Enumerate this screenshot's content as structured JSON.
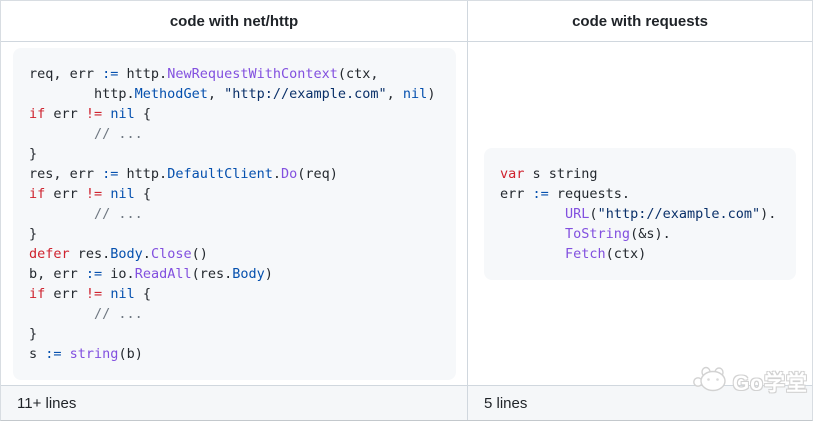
{
  "header": {
    "left_title": "code with net/http",
    "right_title": "code with requests"
  },
  "code_left": {
    "language": "go",
    "lines": [
      [
        [
          "p",
          "req, err "
        ],
        [
          "o",
          ":="
        ],
        [
          "p",
          " http."
        ],
        [
          "f",
          "NewRequestWithContext"
        ],
        [
          "p",
          "(ctx,"
        ]
      ],
      [
        [
          "p",
          "        http."
        ],
        [
          "c",
          "MethodGet"
        ],
        [
          "p",
          ", "
        ],
        [
          "s",
          "\"http://example.com\""
        ],
        [
          "p",
          ", "
        ],
        [
          "c",
          "nil"
        ],
        [
          "p",
          ")"
        ]
      ],
      [
        [
          "k",
          "if"
        ],
        [
          "p",
          " err "
        ],
        [
          "k",
          "!="
        ],
        [
          "p",
          " "
        ],
        [
          "c",
          "nil"
        ],
        [
          "p",
          " {"
        ]
      ],
      [
        [
          "m",
          "        // ..."
        ]
      ],
      [
        [
          "p",
          "}"
        ]
      ],
      [
        [
          "p",
          "res, err "
        ],
        [
          "o",
          ":="
        ],
        [
          "p",
          " http."
        ],
        [
          "c",
          "DefaultClient"
        ],
        [
          "p",
          "."
        ],
        [
          "f",
          "Do"
        ],
        [
          "p",
          "(req)"
        ]
      ],
      [
        [
          "k",
          "if"
        ],
        [
          "p",
          " err "
        ],
        [
          "k",
          "!="
        ],
        [
          "p",
          " "
        ],
        [
          "c",
          "nil"
        ],
        [
          "p",
          " {"
        ]
      ],
      [
        [
          "m",
          "        // ..."
        ]
      ],
      [
        [
          "p",
          "}"
        ]
      ],
      [
        [
          "k",
          "defer"
        ],
        [
          "p",
          " res."
        ],
        [
          "c",
          "Body"
        ],
        [
          "p",
          "."
        ],
        [
          "f",
          "Close"
        ],
        [
          "p",
          "()"
        ]
      ],
      [
        [
          "p",
          "b, err "
        ],
        [
          "o",
          ":="
        ],
        [
          "p",
          " io."
        ],
        [
          "f",
          "ReadAll"
        ],
        [
          "p",
          "(res."
        ],
        [
          "c",
          "Body"
        ],
        [
          "p",
          ")"
        ]
      ],
      [
        [
          "k",
          "if"
        ],
        [
          "p",
          " err "
        ],
        [
          "k",
          "!="
        ],
        [
          "p",
          " "
        ],
        [
          "c",
          "nil"
        ],
        [
          "p",
          " {"
        ]
      ],
      [
        [
          "m",
          "        // ..."
        ]
      ],
      [
        [
          "p",
          "}"
        ]
      ],
      [
        [
          "p",
          "s "
        ],
        [
          "o",
          ":="
        ],
        [
          "p",
          " "
        ],
        [
          "f",
          "string"
        ],
        [
          "p",
          "(b)"
        ]
      ]
    ]
  },
  "code_right": {
    "language": "go",
    "lines": [
      [
        [
          "k",
          "var"
        ],
        [
          "p",
          " s string"
        ]
      ],
      [
        [
          "p",
          "err "
        ],
        [
          "o",
          ":="
        ],
        [
          "p",
          " requests."
        ]
      ],
      [
        [
          "p",
          "        "
        ],
        [
          "f",
          "URL"
        ],
        [
          "p",
          "("
        ],
        [
          "s",
          "\"http://example.com\""
        ],
        [
          "p",
          ")."
        ]
      ],
      [
        [
          "p",
          "        "
        ],
        [
          "f",
          "ToString"
        ],
        [
          "p",
          "(&s)."
        ]
      ],
      [
        [
          "p",
          "        "
        ],
        [
          "f",
          "Fetch"
        ],
        [
          "p",
          "(ctx)"
        ]
      ]
    ]
  },
  "footer": {
    "left_label": "11+ lines",
    "right_label": "5 lines"
  },
  "watermark": {
    "label": "Go学堂",
    "icon": "gopher-mascot-icon"
  },
  "colors": {
    "plain_text": "#24292f",
    "keyword": "#cf222e",
    "operator": "#0550ae",
    "function": "#8250df",
    "constant": "#0550ae",
    "string": "#0a3069",
    "comment": "#6e7781",
    "code_background": "#f6f8fa",
    "border": "#d0d7de",
    "footer_background": "#f5f7f9"
  }
}
